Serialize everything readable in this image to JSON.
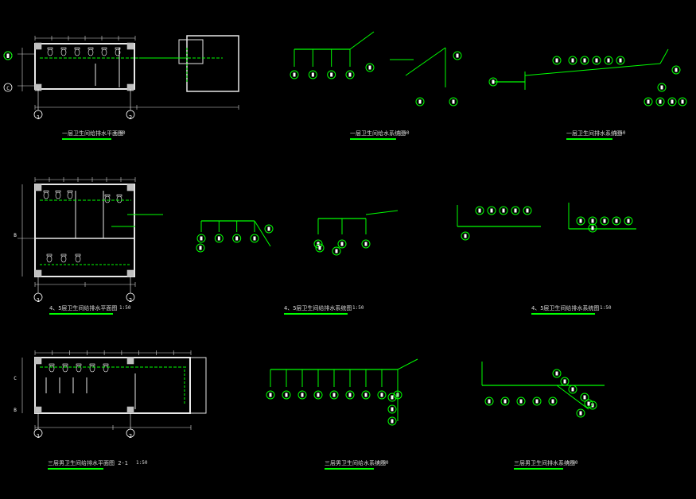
{
  "colors": {
    "background": "#000000",
    "pipe": "#00ff00",
    "wall": "#e8e8e8",
    "dim": "#d8d8d8",
    "fixture": "#ffffff",
    "grid_line": "#ffffff",
    "column": "#bfbfbf",
    "tag_circle": "#00ff00",
    "title_underline": "#00ff00"
  },
  "plans": {
    "plan1": {
      "title": "一层卫生间给排水平面图",
      "scale": "1:50",
      "grid_a": "1",
      "grid_b": "2",
      "row_top": "B",
      "row_bottom": "C"
    },
    "plan2": {
      "title": "4、5层卫生间给排水平面图",
      "scale": "1:50",
      "grid_a": "1",
      "grid_b": "2",
      "row_top": "B"
    },
    "plan3": {
      "title": "三层男卫生间给排水平面图    2-1",
      "scale": "1:50",
      "grid_a": "1",
      "grid_b": "2",
      "row_top": "C",
      "row_bottom": "B"
    }
  },
  "systems": {
    "s1": {
      "title": "一层卫生间给水系统图",
      "scale": "1:50"
    },
    "s2": {
      "title": "一层卫生间排水系统图",
      "scale": "1:50"
    },
    "s3": {
      "title": "4、5层卫生间给排水系统图",
      "scale": "1:50"
    },
    "s4": {
      "title": "4、5层卫生间给排水系统图",
      "scale": "1:50"
    },
    "s5": {
      "title": "三层男卫生间给水系统图",
      "scale": "1:50"
    },
    "s6": {
      "title": "三层男卫生间排水系统图",
      "scale": "1:50"
    }
  },
  "icons": {
    "fixture_tag": "circled-letter-icon",
    "column": "structural-column-icon",
    "grid_bubble": "axis-bubble-icon"
  }
}
